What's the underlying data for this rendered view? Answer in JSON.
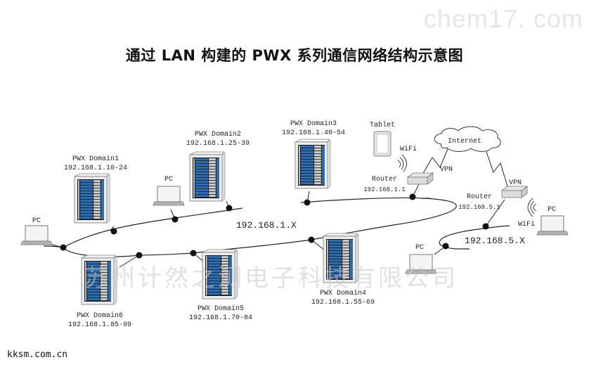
{
  "title": "通过 LAN 构建的 PWX 系列通信网络结构示意图",
  "watermarks": {
    "top_right": "chem17. com",
    "center": "苏州计然之测电子科技有限公司",
    "bottom_left": "kksm.com.cn"
  },
  "networks": {
    "lan1": "192.168.1.X",
    "lan5": "192.168.5.X"
  },
  "domains": [
    {
      "name": "PWX Domain1",
      "ip": "192.168.1.10-24"
    },
    {
      "name": "PWX Domain2",
      "ip": "192.168.1.25-39"
    },
    {
      "name": "PWX Domain3",
      "ip": "192.168.1.40-54"
    },
    {
      "name": "PWX Domain4",
      "ip": "192.168.1.55-69"
    },
    {
      "name": "PWX Domain5",
      "ip": "192.168.1.70-84"
    },
    {
      "name": "PWX Domain6",
      "ip": "192.168.1.85-99"
    }
  ],
  "routers": [
    {
      "name": "Router",
      "ip": "192.168.1.1"
    },
    {
      "name": "Router",
      "ip": "192.168.5.1"
    }
  ],
  "pcs": {
    "pc_left": "PC",
    "pc_mid": "PC",
    "pc_bottom_right": "PC",
    "pc_wifi": "PC"
  },
  "tablet": "Tablet",
  "wifi_labels": [
    "WiFi",
    "WiFi"
  ],
  "vpn_labels": [
    "VPN",
    "VPN"
  ],
  "internet": "Internet",
  "colors": {
    "rack_blue": "#2a6db3",
    "rack_frame": "#e8e8e8",
    "node_dot": "#111111",
    "line": "#222222"
  }
}
